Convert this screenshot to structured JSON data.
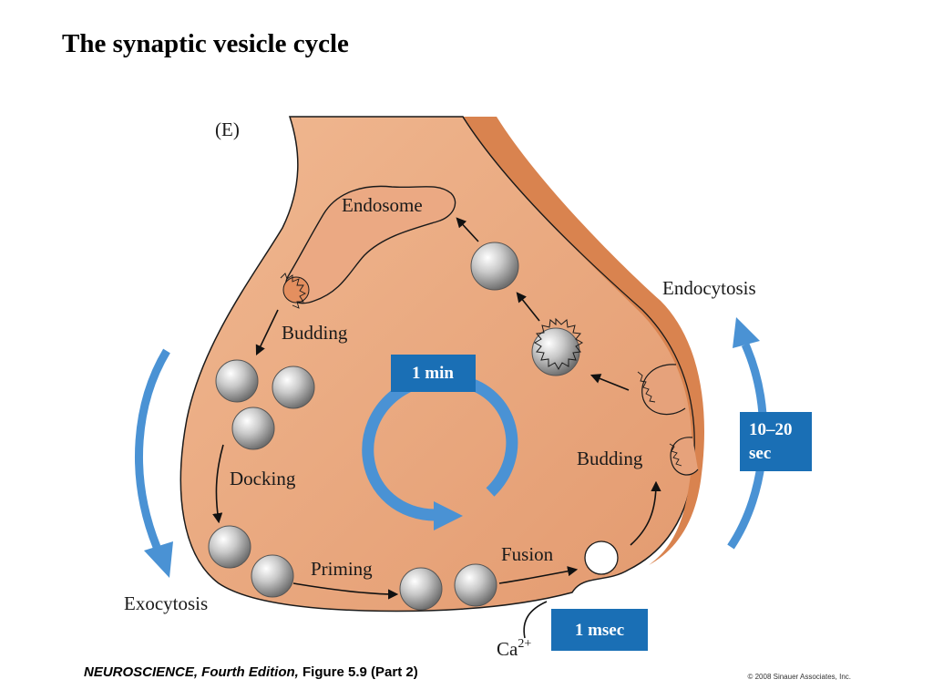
{
  "slide": {
    "title": "The synaptic vesicle cycle"
  },
  "diagram": {
    "panel_label": "(E)",
    "labels": {
      "endosome": "Endosome",
      "budding_left": "Budding",
      "docking": "Docking",
      "priming": "Priming",
      "fusion": "Fusion",
      "exocytosis": "Exocytosis",
      "endocytosis": "Endocytosis",
      "budding_right": "Budding",
      "ca_base": "Ca",
      "ca_charge": "2+"
    },
    "time_boxes": {
      "center": "1 min",
      "right_line1": "10–20",
      "right_line2": "sec",
      "bottom": "1 msec"
    },
    "colors": {
      "terminal_fill": "#e9a57c",
      "terminal_edge": "#d98656",
      "arrow_blue": "#4a92d4",
      "box_blue": "#1a6fb5",
      "vesicle": "#b8b8b8"
    }
  },
  "footer": {
    "book": "NEUROSCIENCE, Fourth Edition,",
    "figure": "Figure 5.9 (Part 2)",
    "copyright": "© 2008 Sinauer Associates, Inc."
  }
}
